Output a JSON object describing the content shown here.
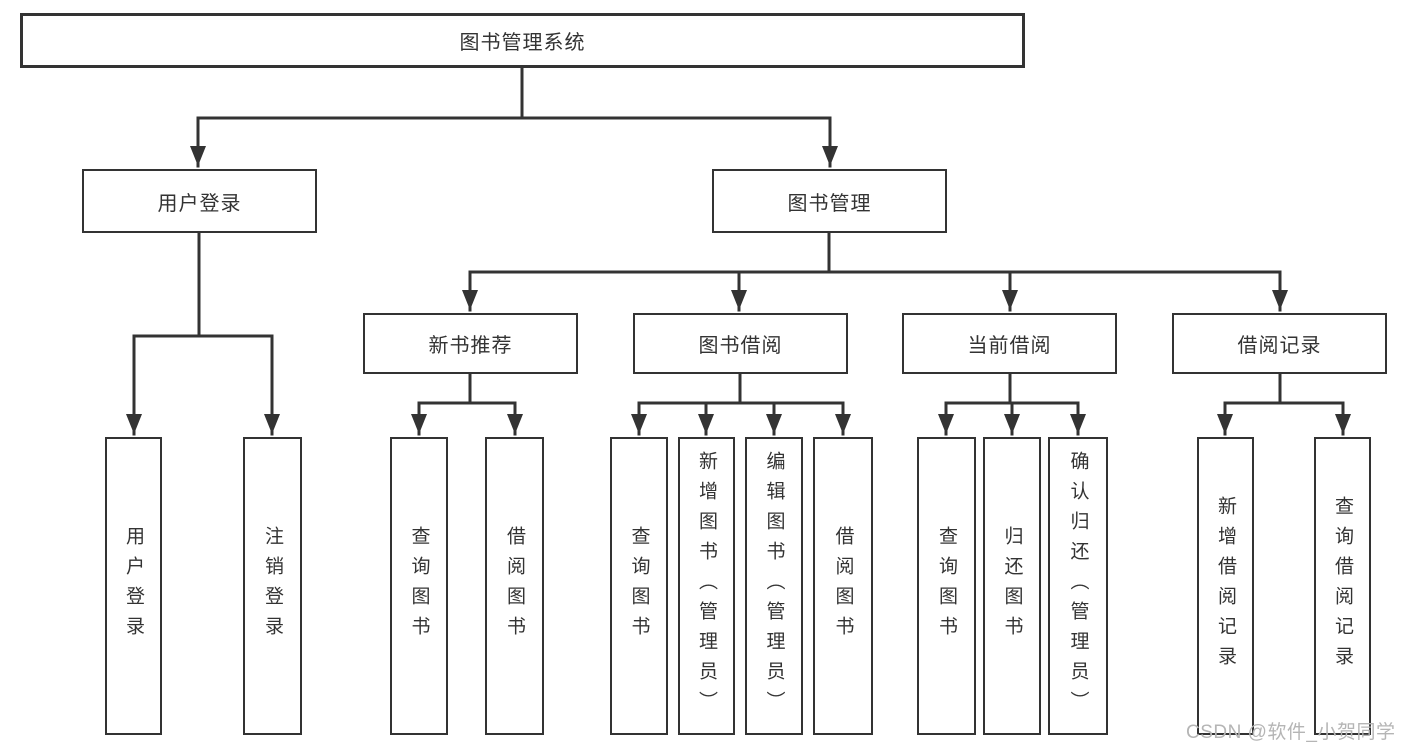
{
  "title": "图书管理系统",
  "watermark": "CSDN @软件_小贺同学",
  "colors": {
    "line": "#333333",
    "text": "#333333",
    "box_background": "#ffffff",
    "watermark": "#b5b5b5"
  },
  "nodes": {
    "root": {
      "label": "图书管理系统"
    },
    "user_login": {
      "label": "用户登录"
    },
    "book_management": {
      "label": "图书管理"
    },
    "new_book_recommendation": {
      "label": "新书推荐"
    },
    "book_borrowing": {
      "label": "图书借阅"
    },
    "current_borrowing": {
      "label": "当前借阅"
    },
    "borrowing_records": {
      "label": "借阅记录"
    }
  },
  "leaves": {
    "user_login": {
      "label": "用户登录",
      "parent": "用户登录"
    },
    "logout": {
      "label": "注销登录",
      "parent": "用户登录"
    },
    "recommend_query_books": {
      "label": "查询图书",
      "parent": "新书推荐"
    },
    "recommend_borrow_books": {
      "label": "借阅图书",
      "parent": "新书推荐"
    },
    "borrow_query_books": {
      "label": "查询图书",
      "parent": "图书借阅"
    },
    "borrow_add_books_admin": {
      "label": "新增图书（管理员）",
      "parent": "图书借阅"
    },
    "borrow_edit_books_admin": {
      "label": "编辑图书（管理员）",
      "parent": "图书借阅"
    },
    "borrow_borrow_books": {
      "label": "借阅图书",
      "parent": "图书借阅"
    },
    "current_query_books": {
      "label": "查询图书",
      "parent": "当前借阅"
    },
    "current_return_books": {
      "label": "归还图书",
      "parent": "当前借阅"
    },
    "current_confirm_return_admin": {
      "label": "确认归还（管理员）",
      "parent": "当前借阅"
    },
    "records_add_record": {
      "label": "新增借阅记录",
      "parent": "借阅记录"
    },
    "records_query_record": {
      "label": "查询借阅记录",
      "parent": "借阅记录"
    }
  }
}
